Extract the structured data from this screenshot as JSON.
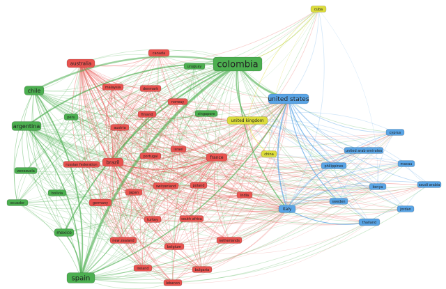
{
  "colors": {
    "red": "#e8534f",
    "green": "#4caf50",
    "blue": "#5aa5e6",
    "yellow": "#dcdc3c"
  },
  "nodes": [
    {
      "id": "colombia",
      "label": "colombia",
      "cluster": "green"
    },
    {
      "id": "spain",
      "label": "spain",
      "cluster": "green"
    },
    {
      "id": "chile",
      "label": "chile",
      "cluster": "green"
    },
    {
      "id": "argentina",
      "label": "argentina",
      "cluster": "green"
    },
    {
      "id": "uruguay",
      "label": "uruguay",
      "cluster": "green"
    },
    {
      "id": "peru",
      "label": "peru",
      "cluster": "green"
    },
    {
      "id": "singapore",
      "label": "singapore",
      "cluster": "green"
    },
    {
      "id": "venezuela",
      "label": "venezuela",
      "cluster": "green"
    },
    {
      "id": "bolivia",
      "label": "bolivia",
      "cluster": "green"
    },
    {
      "id": "ecuador",
      "label": "ecuador",
      "cluster": "green"
    },
    {
      "id": "mexico",
      "label": "mexico",
      "cluster": "green"
    },
    {
      "id": "australia",
      "label": "australia",
      "cluster": "red"
    },
    {
      "id": "canada",
      "label": "canada",
      "cluster": "red"
    },
    {
      "id": "malaysia",
      "label": "malaysia",
      "cluster": "red"
    },
    {
      "id": "denmark",
      "label": "denmark",
      "cluster": "red"
    },
    {
      "id": "norway",
      "label": "norway",
      "cluster": "red"
    },
    {
      "id": "finland",
      "label": "finland",
      "cluster": "red"
    },
    {
      "id": "austria",
      "label": "austria",
      "cluster": "red"
    },
    {
      "id": "portugal",
      "label": "portugal",
      "cluster": "red"
    },
    {
      "id": "israel",
      "label": "israel",
      "cluster": "red"
    },
    {
      "id": "russian-federation",
      "label": "russian federation",
      "cluster": "red"
    },
    {
      "id": "brazil",
      "label": "brazil",
      "cluster": "red"
    },
    {
      "id": "france",
      "label": "france",
      "cluster": "red"
    },
    {
      "id": "switzerland",
      "label": "switzerland",
      "cluster": "red"
    },
    {
      "id": "japan",
      "label": "japan",
      "cluster": "red"
    },
    {
      "id": "poland",
      "label": "poland",
      "cluster": "red"
    },
    {
      "id": "germany",
      "label": "germany",
      "cluster": "red"
    },
    {
      "id": "india",
      "label": "india",
      "cluster": "red"
    },
    {
      "id": "turkey",
      "label": "turkey",
      "cluster": "red"
    },
    {
      "id": "south-africa",
      "label": "south africa",
      "cluster": "red"
    },
    {
      "id": "new-zealand",
      "label": "new zealand",
      "cluster": "red"
    },
    {
      "id": "netherlands",
      "label": "netherlands",
      "cluster": "red"
    },
    {
      "id": "belgium",
      "label": "belgium",
      "cluster": "red"
    },
    {
      "id": "ireland",
      "label": "ireland",
      "cluster": "red"
    },
    {
      "id": "bulgaria",
      "label": "bulgaria",
      "cluster": "red"
    },
    {
      "id": "lebanon",
      "label": "lebanon",
      "cluster": "red"
    },
    {
      "id": "united-states",
      "label": "united states",
      "cluster": "blue"
    },
    {
      "id": "cyprus",
      "label": "cyprus",
      "cluster": "blue"
    },
    {
      "id": "united-arab-emirates",
      "label": "united arab emirates",
      "cluster": "blue"
    },
    {
      "id": "macau",
      "label": "macau",
      "cluster": "blue"
    },
    {
      "id": "philippines",
      "label": "philippines",
      "cluster": "blue"
    },
    {
      "id": "kenya",
      "label": "kenya",
      "cluster": "blue"
    },
    {
      "id": "saudi-arabia",
      "label": "saudi arabia",
      "cluster": "blue"
    },
    {
      "id": "sweden",
      "label": "sweden",
      "cluster": "blue"
    },
    {
      "id": "jordan",
      "label": "jordan",
      "cluster": "blue"
    },
    {
      "id": "italy",
      "label": "italy",
      "cluster": "blue"
    },
    {
      "id": "thailand",
      "label": "thailand",
      "cluster": "blue"
    },
    {
      "id": "cuba",
      "label": "cuba",
      "cluster": "yellow"
    },
    {
      "id": "united-kingdom",
      "label": "united kingdom",
      "cluster": "yellow"
    },
    {
      "id": "china",
      "label": "china",
      "cluster": "yellow"
    }
  ]
}
